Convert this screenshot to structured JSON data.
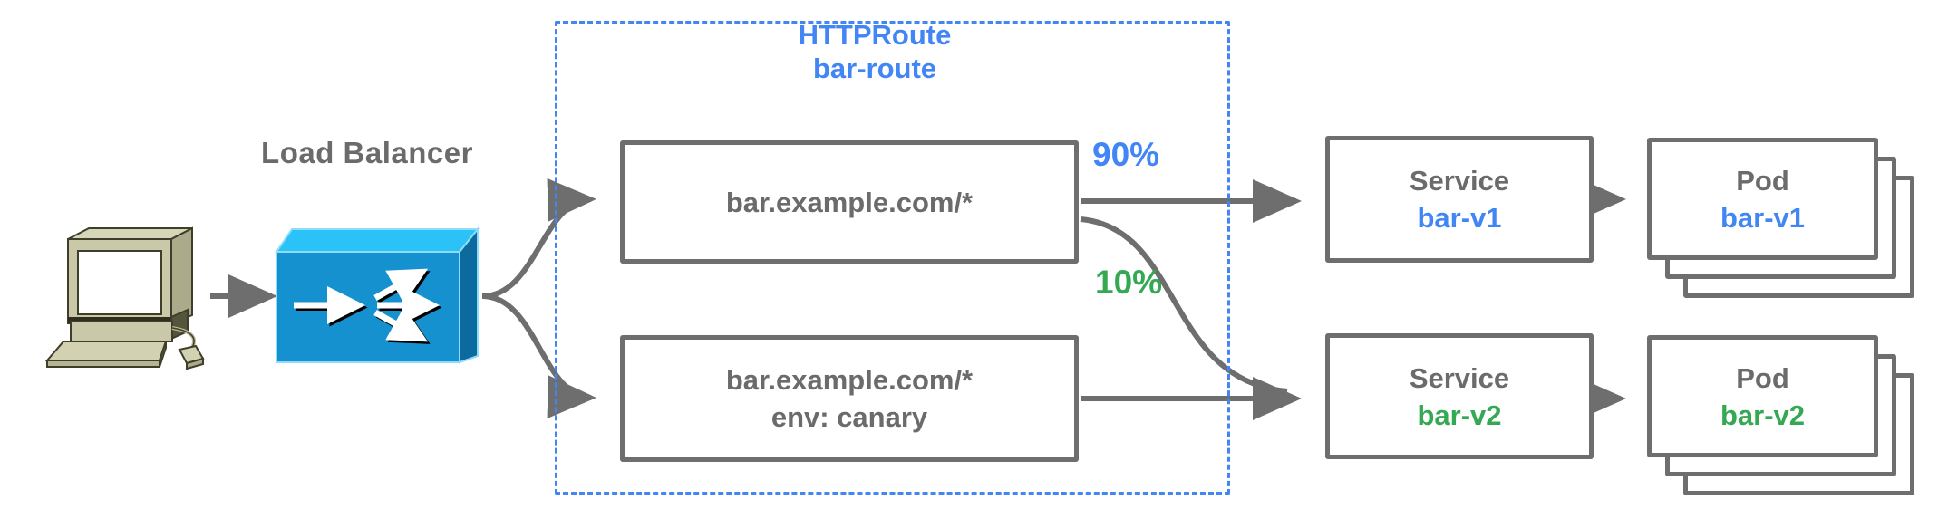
{
  "diagram": {
    "kind": "traffic-split-routing-diagram",
    "colors": {
      "line_gray": "#6e6e6e",
      "text_gray": "#6b6b6b",
      "accent_blue": "#4285f4",
      "accent_green": "#34a853",
      "lb_top": "#2bc3f7",
      "lb_front": "#1691d0",
      "lb_side": "#0c6a9e"
    },
    "client": {
      "icon": "computer-icon"
    },
    "load_balancer": {
      "label": "Load Balancer",
      "icon": "load-balancer-icon"
    },
    "httproute": {
      "title_line1": "HTTPRoute",
      "title_line2": "bar-route",
      "rules": [
        {
          "match": "bar.example.com/*",
          "header": ""
        },
        {
          "match": "bar.example.com/*",
          "header": "env: canary"
        }
      ]
    },
    "weights": {
      "v1": "90%",
      "v2": "10%"
    },
    "services": [
      {
        "kind": "Service",
        "name": "bar-v1",
        "color": "#4285f4"
      },
      {
        "kind": "Service",
        "name": "bar-v2",
        "color": "#34a853"
      }
    ],
    "pods": [
      {
        "kind": "Pod",
        "name": "bar-v1",
        "color": "#4285f4",
        "replicas_shown": 3
      },
      {
        "kind": "Pod",
        "name": "bar-v2",
        "color": "#34a853",
        "replicas_shown": 3
      }
    ]
  }
}
